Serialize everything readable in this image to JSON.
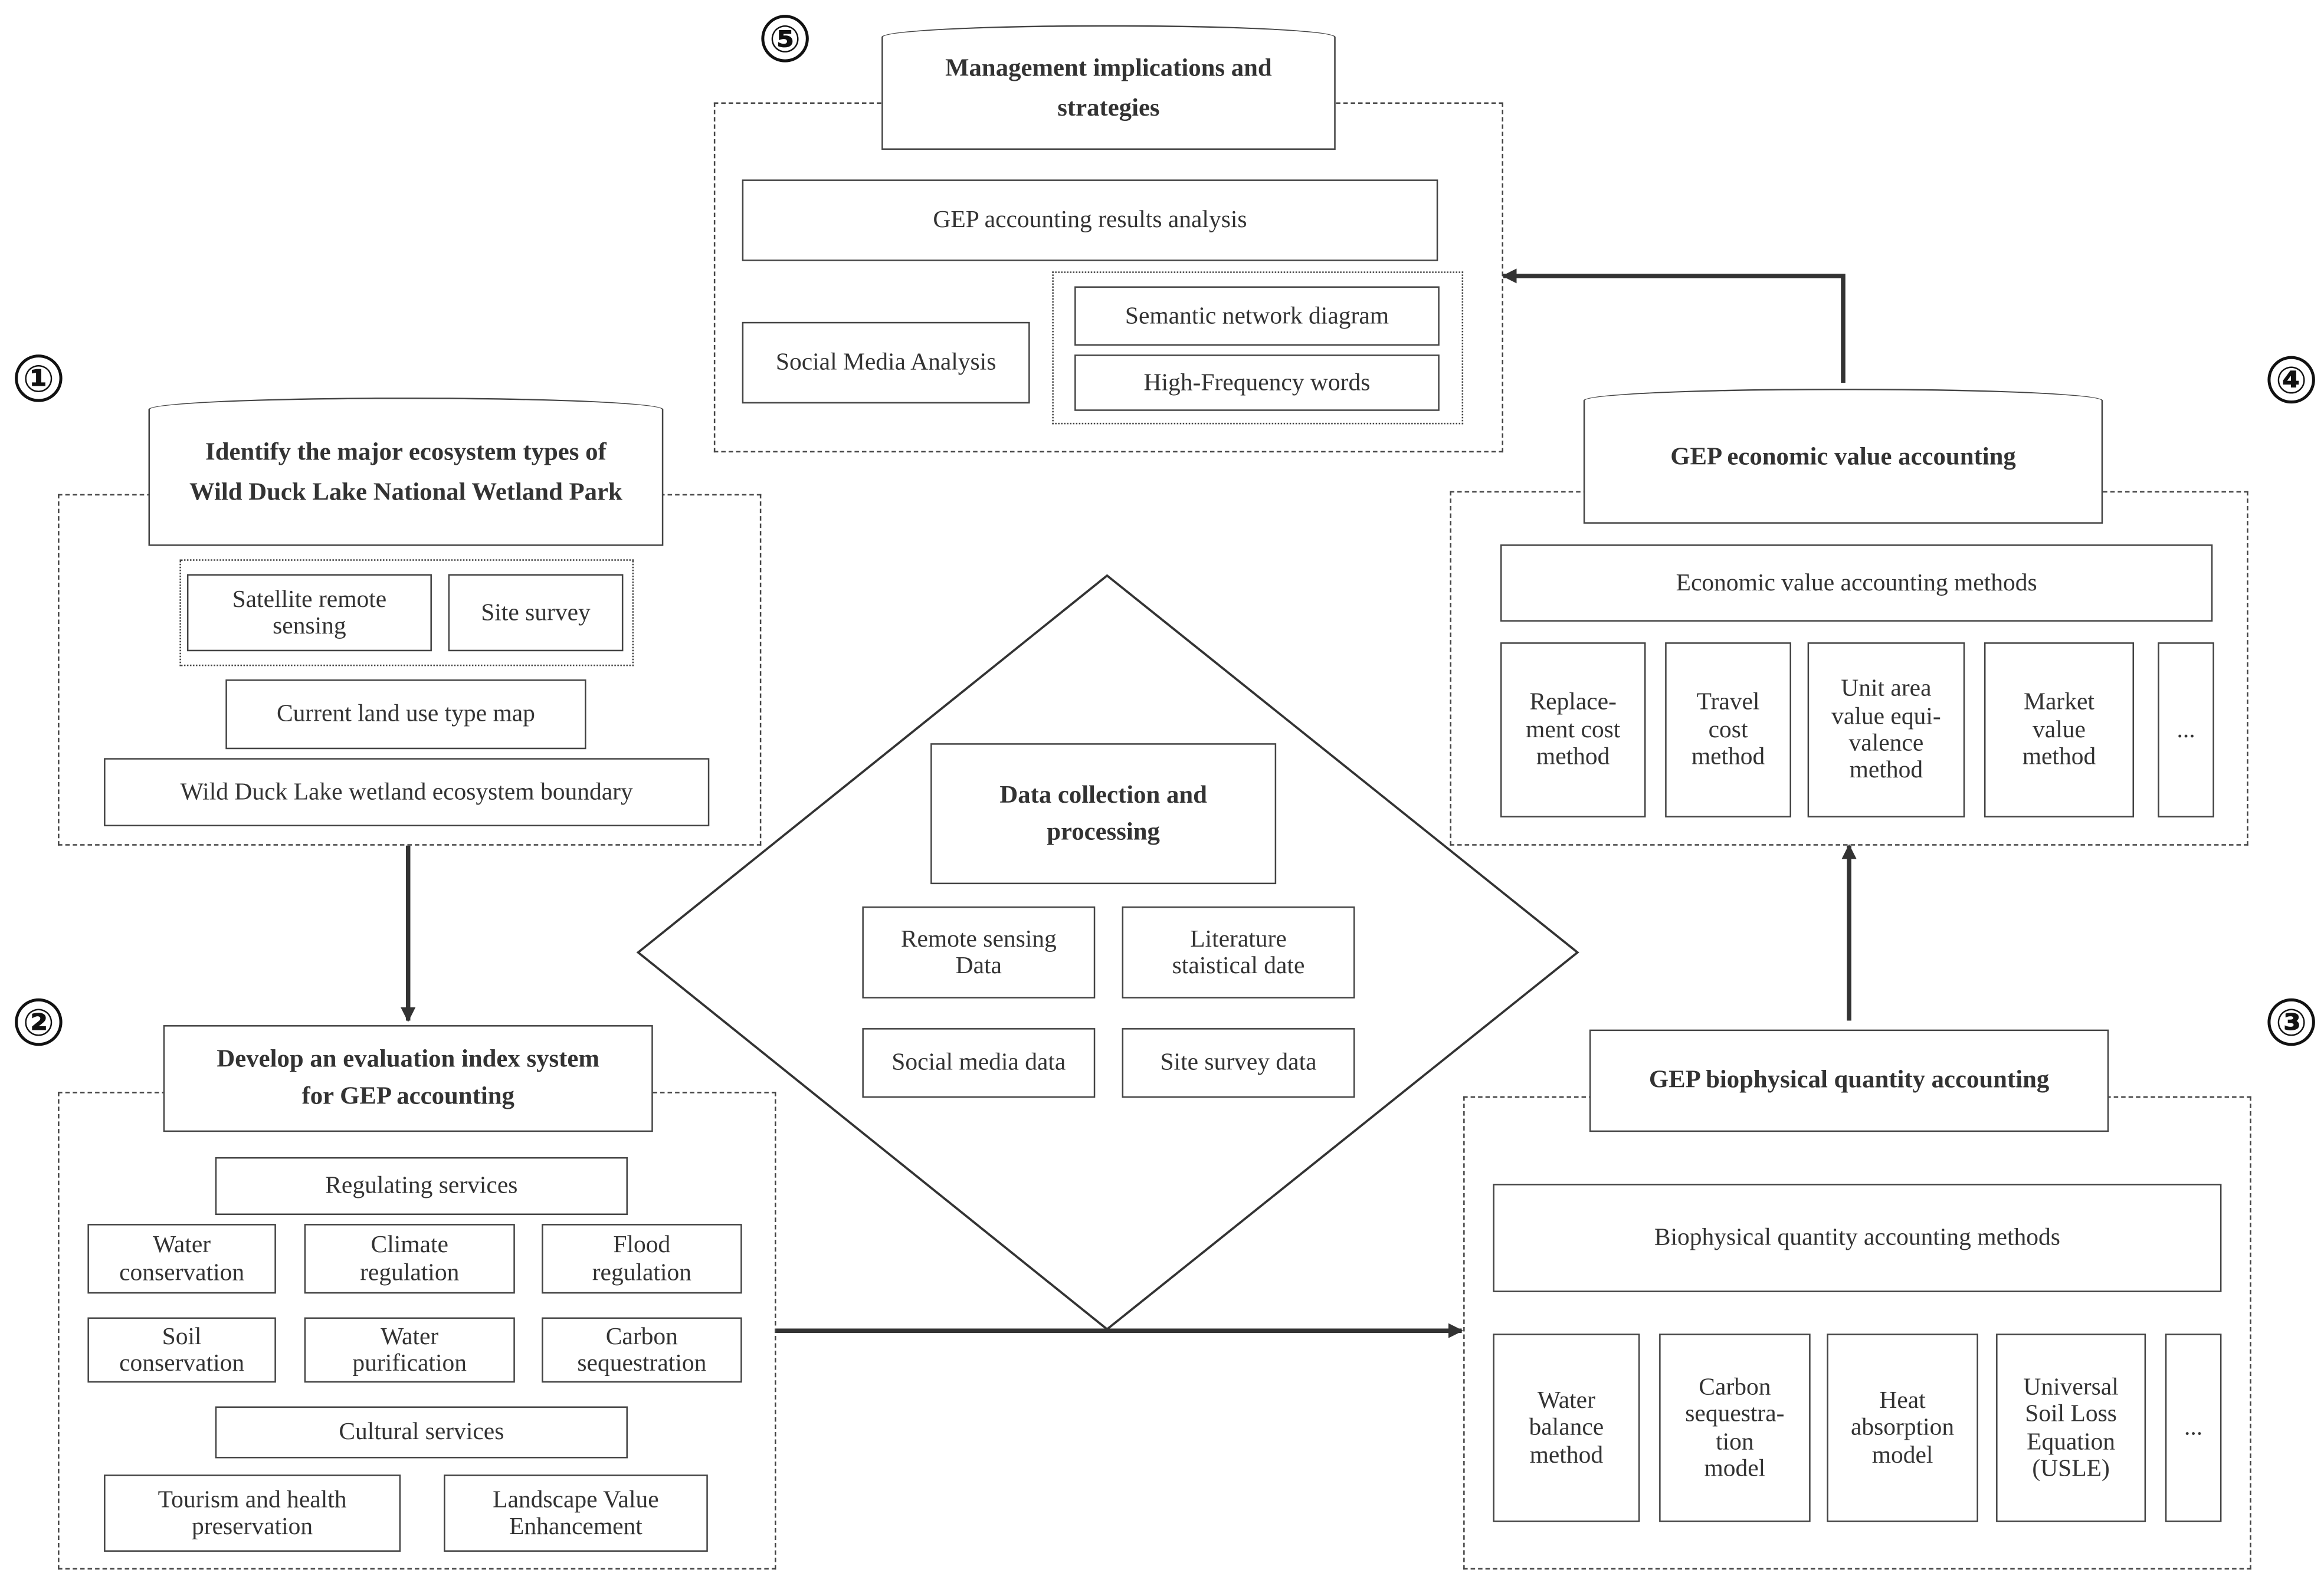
{
  "step_numbers": [
    "⑤",
    "①",
    "④",
    "②",
    "③"
  ],
  "management": {
    "title": "Management implications and\nstrategies",
    "gep_results": "GEP accounting results analysis",
    "social_media_analysis": "Social Media Analysis",
    "semantic_network": "Semantic network diagram",
    "high_frequency": "High-Frequency words"
  },
  "identify": {
    "title": "Identify the major ecosystem types of\nWild Duck Lake National Wetland Park",
    "satellite": "Satellite remote\nsensing",
    "site_survey": "Site survey",
    "land_use_map": "Current land use type map",
    "boundary": "Wild Duck Lake wetland ecosystem boundary"
  },
  "economic": {
    "title": "GEP economic value accounting",
    "methods_header": "Economic value accounting methods",
    "methods": [
      "Replace-\nment cost\nmethod",
      "Travel\ncost\nmethod",
      "Unit area\nvalue equi-\nvalence\nmethod",
      "Market\nvalue\nmethod",
      "..."
    ]
  },
  "data_collection": {
    "title": "Data collection and\nprocessing",
    "items": [
      "Remote sensing\nData",
      "Literature\nstaistical date",
      "Social media data",
      "Site survey data"
    ]
  },
  "evaluation": {
    "title": "Develop an evaluation index system\nfor GEP accounting",
    "regulating_header": "Regulating services",
    "regulating_items": [
      "Water\nconservation",
      "Climate\nregulation",
      "Flood\nregulation",
      "Soil\nconservation",
      "Water\npurification",
      "Carbon\nsequestration"
    ],
    "cultural_header": "Cultural services",
    "cultural_items": [
      "Tourism and health\npreservation",
      "Landscape Value\nEnhancement"
    ]
  },
  "biophysical": {
    "title": "GEP biophysical quantity accounting",
    "methods_header": "Biophysical quantity accounting methods",
    "methods": [
      "Water\nbalance\nmethod",
      "Carbon\nsequestra-\ntion\nmodel",
      "Heat\nabsorption\nmodel",
      "Universal\nSoil Loss\nEquation\n(USLE)",
      "..."
    ]
  }
}
